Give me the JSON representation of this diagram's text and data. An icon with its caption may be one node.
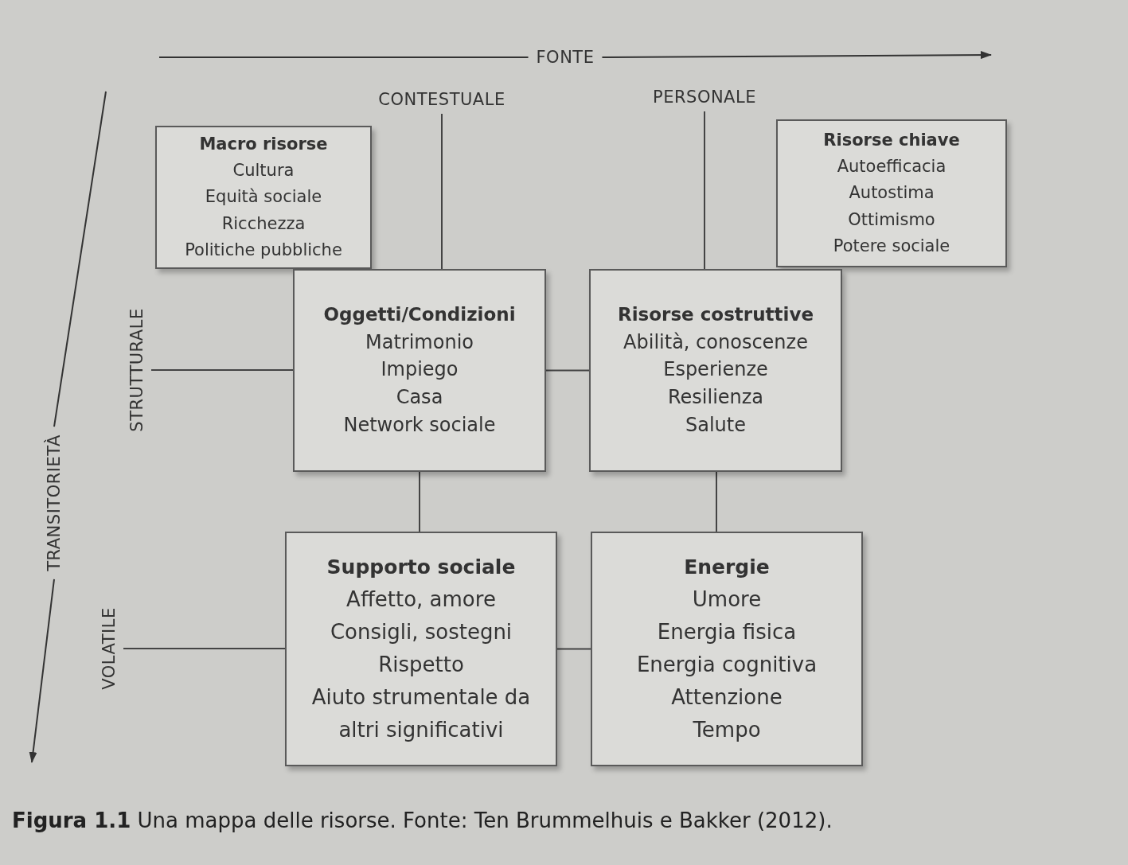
{
  "diagram": {
    "caption": "**Figura 1.1** Una mappa delle risorse. Fonte: Ten Brummelhuis e Bakker (2012).",
    "nodes": [
      {
        "text": [
          "Macro risorse",
          "Cultura",
          "Equità sociale",
          "Ricchezza",
          "Politiche pubbliche"
        ]
      },
      {
        "text": [
          "Risorse chiave",
          "Autoefficacia",
          "Autostima",
          "Ottimismo",
          "Potere sociale"
        ]
      },
      {
        "text": [
          "Oggetti/Condizioni",
          "Matrimonio",
          "Impiego",
          "Casa",
          "Network sociale"
        ]
      },
      {
        "text": [
          "Risorse costruttive",
          "Abilità, conoscenze",
          "Esperienze",
          "Resilienza",
          "Salute"
        ]
      },
      {
        "text": [
          "Supporto sociale",
          "Affetto, amore",
          "Consigli, sostegni",
          "Rispetto",
          "Aiuto strumentale da altri significativi"
        ]
      },
      {
        "text": [
          "Energie",
          "Umore",
          "Energia fisica",
          "Energia cognitiva",
          "Attenzione",
          "Tempo"
        ]
      },
      {
        "text": [
          "CONTESTUALE"
        ]
      },
      {
        "text": [
          "PERSONALE"
        ]
      },
      {
        "text": [
          "STRUTTURALE"
        ]
      },
      {
        "text": [
          "VOLATILE"
        ]
      }
    ],
    "edges": [
      {
        "from": 6,
        "to": 2,
        "arrow": "none"
      },
      {
        "from": 7,
        "to": 3,
        "arrow": "none"
      },
      {
        "from": 8,
        "to": 2,
        "arrow": "none"
      },
      {
        "from": 9,
        "to": 4,
        "arrow": "none"
      },
      {
        "from": 2,
        "to": 3,
        "arrow": "none"
      },
      {
        "from": 4,
        "to": 5,
        "arrow": "none"
      },
      {
        "from": 2,
        "to": 4,
        "arrow": "none"
      },
      {
        "from": 3,
        "to": 5,
        "arrow": "none"
      }
    ],
    "labels": [
      "FONTE",
      "TRANSITORIETÀ"
    ]
  }
}
